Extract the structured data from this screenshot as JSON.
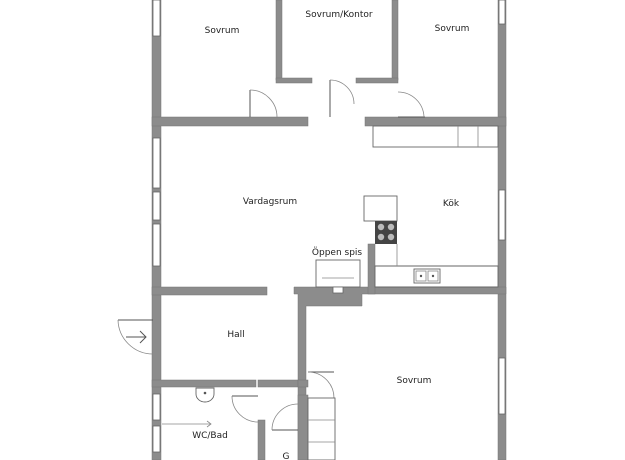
{
  "rooms": {
    "sovrum_1": "Sovrum",
    "sovrum_kontor": "Sovrum/Kontor",
    "sovrum_2": "Sovrum",
    "vardagsrum": "Vardagsrum",
    "kok": "Kök",
    "oppen_spis": "Öppen spis",
    "hall": "Hall",
    "sovrum_3": "Sovrum",
    "wc_bad": "WC/Bad",
    "g": "G"
  },
  "colors": {
    "wall": "#8c8c8c",
    "line": "#555555",
    "background": "#ffffff"
  }
}
